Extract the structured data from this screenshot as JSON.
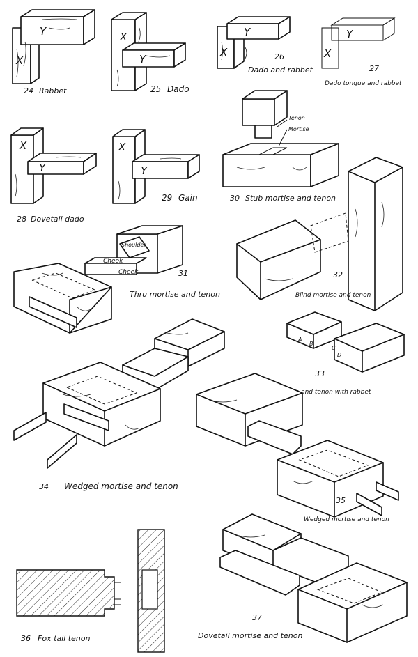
{
  "figures": [
    {
      "num": "24",
      "caption": "Rabbet"
    },
    {
      "num": "25",
      "caption": "Dado"
    },
    {
      "num": "26",
      "caption": "Dado and rabbet"
    },
    {
      "num": "27",
      "caption": "Dado tongue and rabbet"
    },
    {
      "num": "28",
      "caption": "Dovetail dado"
    },
    {
      "num": "29",
      "caption": "Gain"
    },
    {
      "num": "30",
      "caption": "Stub mortise and tenon"
    },
    {
      "num": "31",
      "caption": "Thru mortise and tenon"
    },
    {
      "num": "32",
      "caption": "Blind mortise and tenon"
    },
    {
      "num": "33",
      "caption": "Mortise and tenon with rabbet"
    },
    {
      "num": "34",
      "caption": "Wedged mortise and tenon"
    },
    {
      "num": "35",
      "caption": "Wedged mortise and tenon"
    },
    {
      "num": "36",
      "caption": "Fox tail tenon"
    },
    {
      "num": "37",
      "caption": "Dovetail mortise and tenon"
    }
  ],
  "labels": {
    "x": "X",
    "y": "Y",
    "tenon": "Tenon",
    "mortise": "Mortise",
    "shoulder": "Shoulder",
    "cheek": "Cheek",
    "a": "A",
    "b": "B",
    "c": "C",
    "d": "D"
  }
}
